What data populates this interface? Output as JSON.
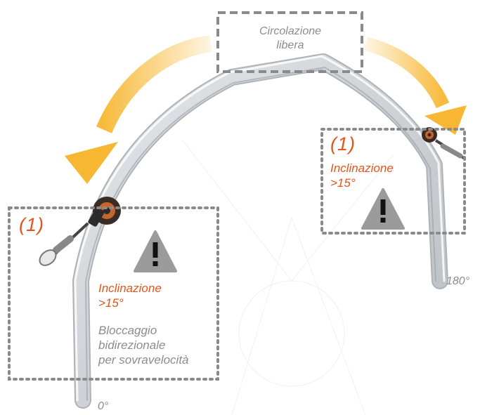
{
  "colors": {
    "accent": "#e2561e",
    "arrow": "#f7b733",
    "dotted_box": "#8a8a8a",
    "rail": "#c9cdd1",
    "warning_sign": "#9b9b9b"
  },
  "top_box": {
    "text": "Circolazione\nlibera"
  },
  "left_box": {
    "number": "(1)",
    "inclination": "Inclinazione\n>15°",
    "description": "Bloccaggio\nbidirezionale\nper sovravelocità",
    "icon": "warning-icon"
  },
  "right_box": {
    "number": "(1)",
    "inclination": "Inclinazione\n>15°",
    "icon": "warning-icon"
  },
  "angles": {
    "start": "0°",
    "end": "180°"
  }
}
